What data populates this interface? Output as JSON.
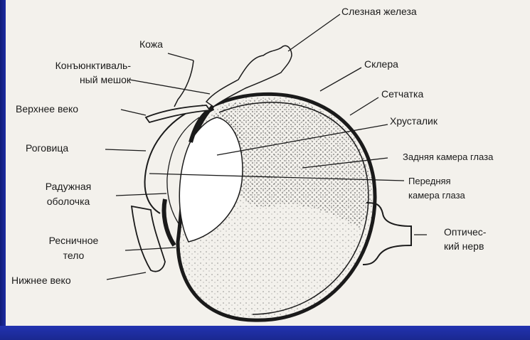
{
  "labels": {
    "lacrimal_gland": "Слезная железа",
    "skin": "Кожа",
    "conjunctival_sac_1": "Конъюнктиваль-",
    "conjunctival_sac_2": "ный мешок",
    "sclera": "Склера",
    "upper_eyelid": "Верхнее веко",
    "retina": "Сетчатка",
    "lens": "Хрусталик",
    "cornea": "Роговица",
    "posterior_chamber": "Задняя камера глаза",
    "iris_1": "Радужная",
    "iris_2": "оболочка",
    "anterior_chamber_1": "Передняя",
    "anterior_chamber_2": "камера глаза",
    "optic_nerve_1": "Оптичес-",
    "optic_nerve_2": "кий нерв",
    "ciliary_body_1": "Ресничное",
    "ciliary_body_2": "тело",
    "lower_eyelid": "Нижнее веко"
  },
  "colors": {
    "frame_blue": "#2435b8",
    "paper": "#f3f1ec",
    "ink": "#1a1a1a"
  }
}
